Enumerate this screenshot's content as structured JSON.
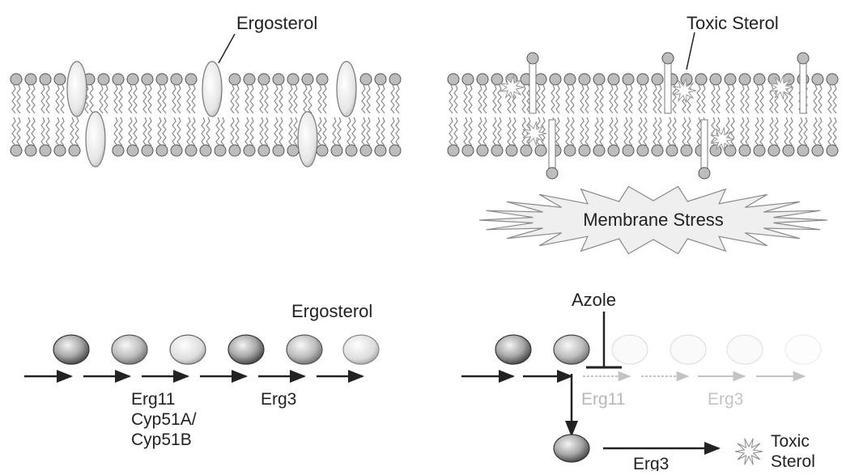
{
  "top_left": {
    "label": "Ergosterol"
  },
  "top_right": {
    "label": "Toxic Sterol",
    "stress_label": "Membrane Stress"
  },
  "bottom_left": {
    "product_label": "Ergosterol",
    "enzyme_a": [
      "Erg11",
      "Cyp51A/",
      "Cyp51B"
    ],
    "enzyme_b": "Erg3"
  },
  "bottom_right": {
    "inhibitor_label": "Azole",
    "blocked_enzyme_a": "Erg11",
    "blocked_enzyme_b": "Erg3",
    "shunt_enzyme": "Erg3",
    "product_label": [
      "Toxic",
      "Sterol"
    ]
  },
  "colors": {
    "ink": "#222222",
    "membrane": "#7a7a7a",
    "faded": "#bdbdbd"
  }
}
